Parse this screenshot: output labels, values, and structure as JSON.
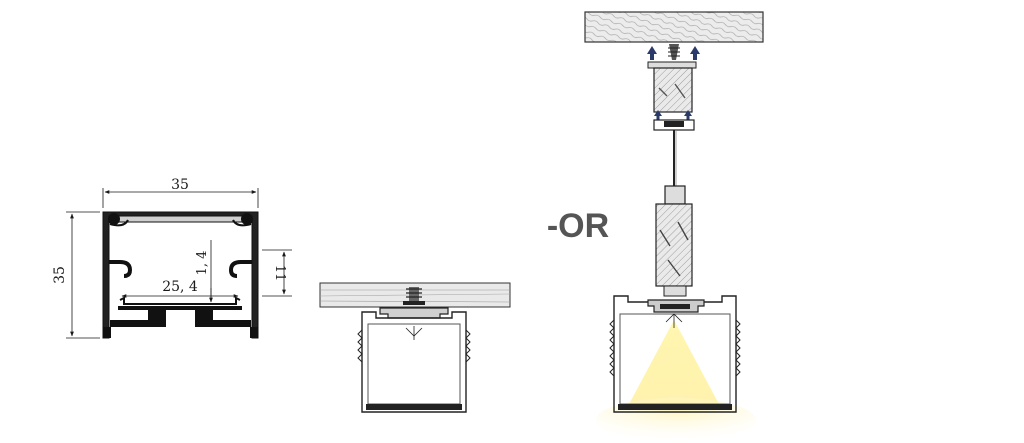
{
  "dimensions": {
    "width_label": "35",
    "height_label": "35",
    "inner_width_label": "25, 4",
    "wall_label": "1, 4",
    "clip_height_label": "11"
  },
  "separator": {
    "label": "-OR"
  },
  "colors": {
    "line": "#1a1a1a",
    "profile_fill": "#d9d9d9",
    "wood_fill": "#e6e6e6",
    "light": "#fff2a8",
    "arrow": "#2a3a6a"
  }
}
